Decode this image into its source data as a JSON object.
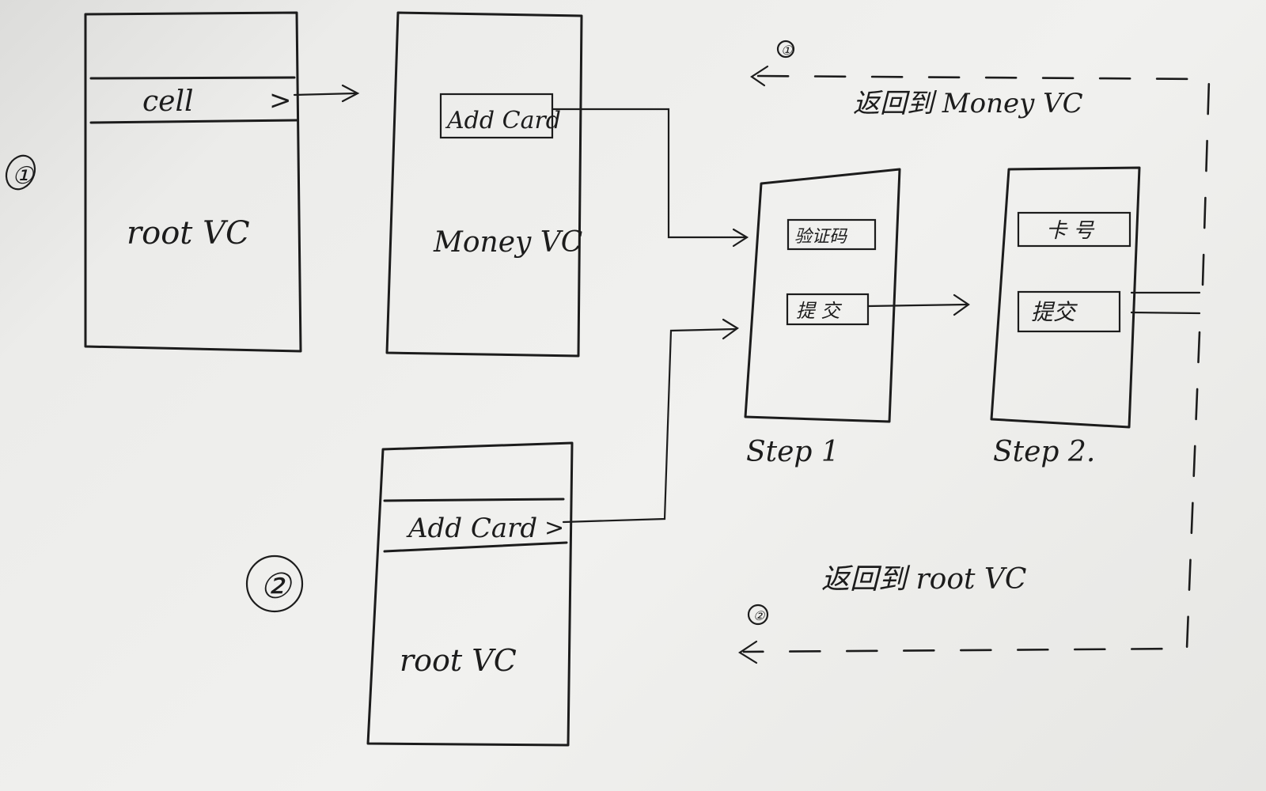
{
  "flow1": {
    "marker": "①",
    "root_screen": {
      "cell_label": "cell",
      "chevron": ">",
      "title": "root VC"
    },
    "money_screen": {
      "button_label": "Add Card",
      "title": "Money VC"
    }
  },
  "flow2": {
    "marker": "②",
    "root_screen": {
      "cell_label": "Add Card",
      "chevron": ">",
      "title": "root  VC"
    }
  },
  "step1": {
    "field_label": "验证码",
    "submit_label": "提 交",
    "caption": "Step 1"
  },
  "step2": {
    "field_label": "卡 号",
    "submit_label": "提交",
    "caption": "Step 2."
  },
  "returns": {
    "to_money": {
      "marker": "①",
      "text": "返回到 Money VC"
    },
    "to_root": {
      "marker": "②",
      "text": "返回到 root VC"
    }
  }
}
